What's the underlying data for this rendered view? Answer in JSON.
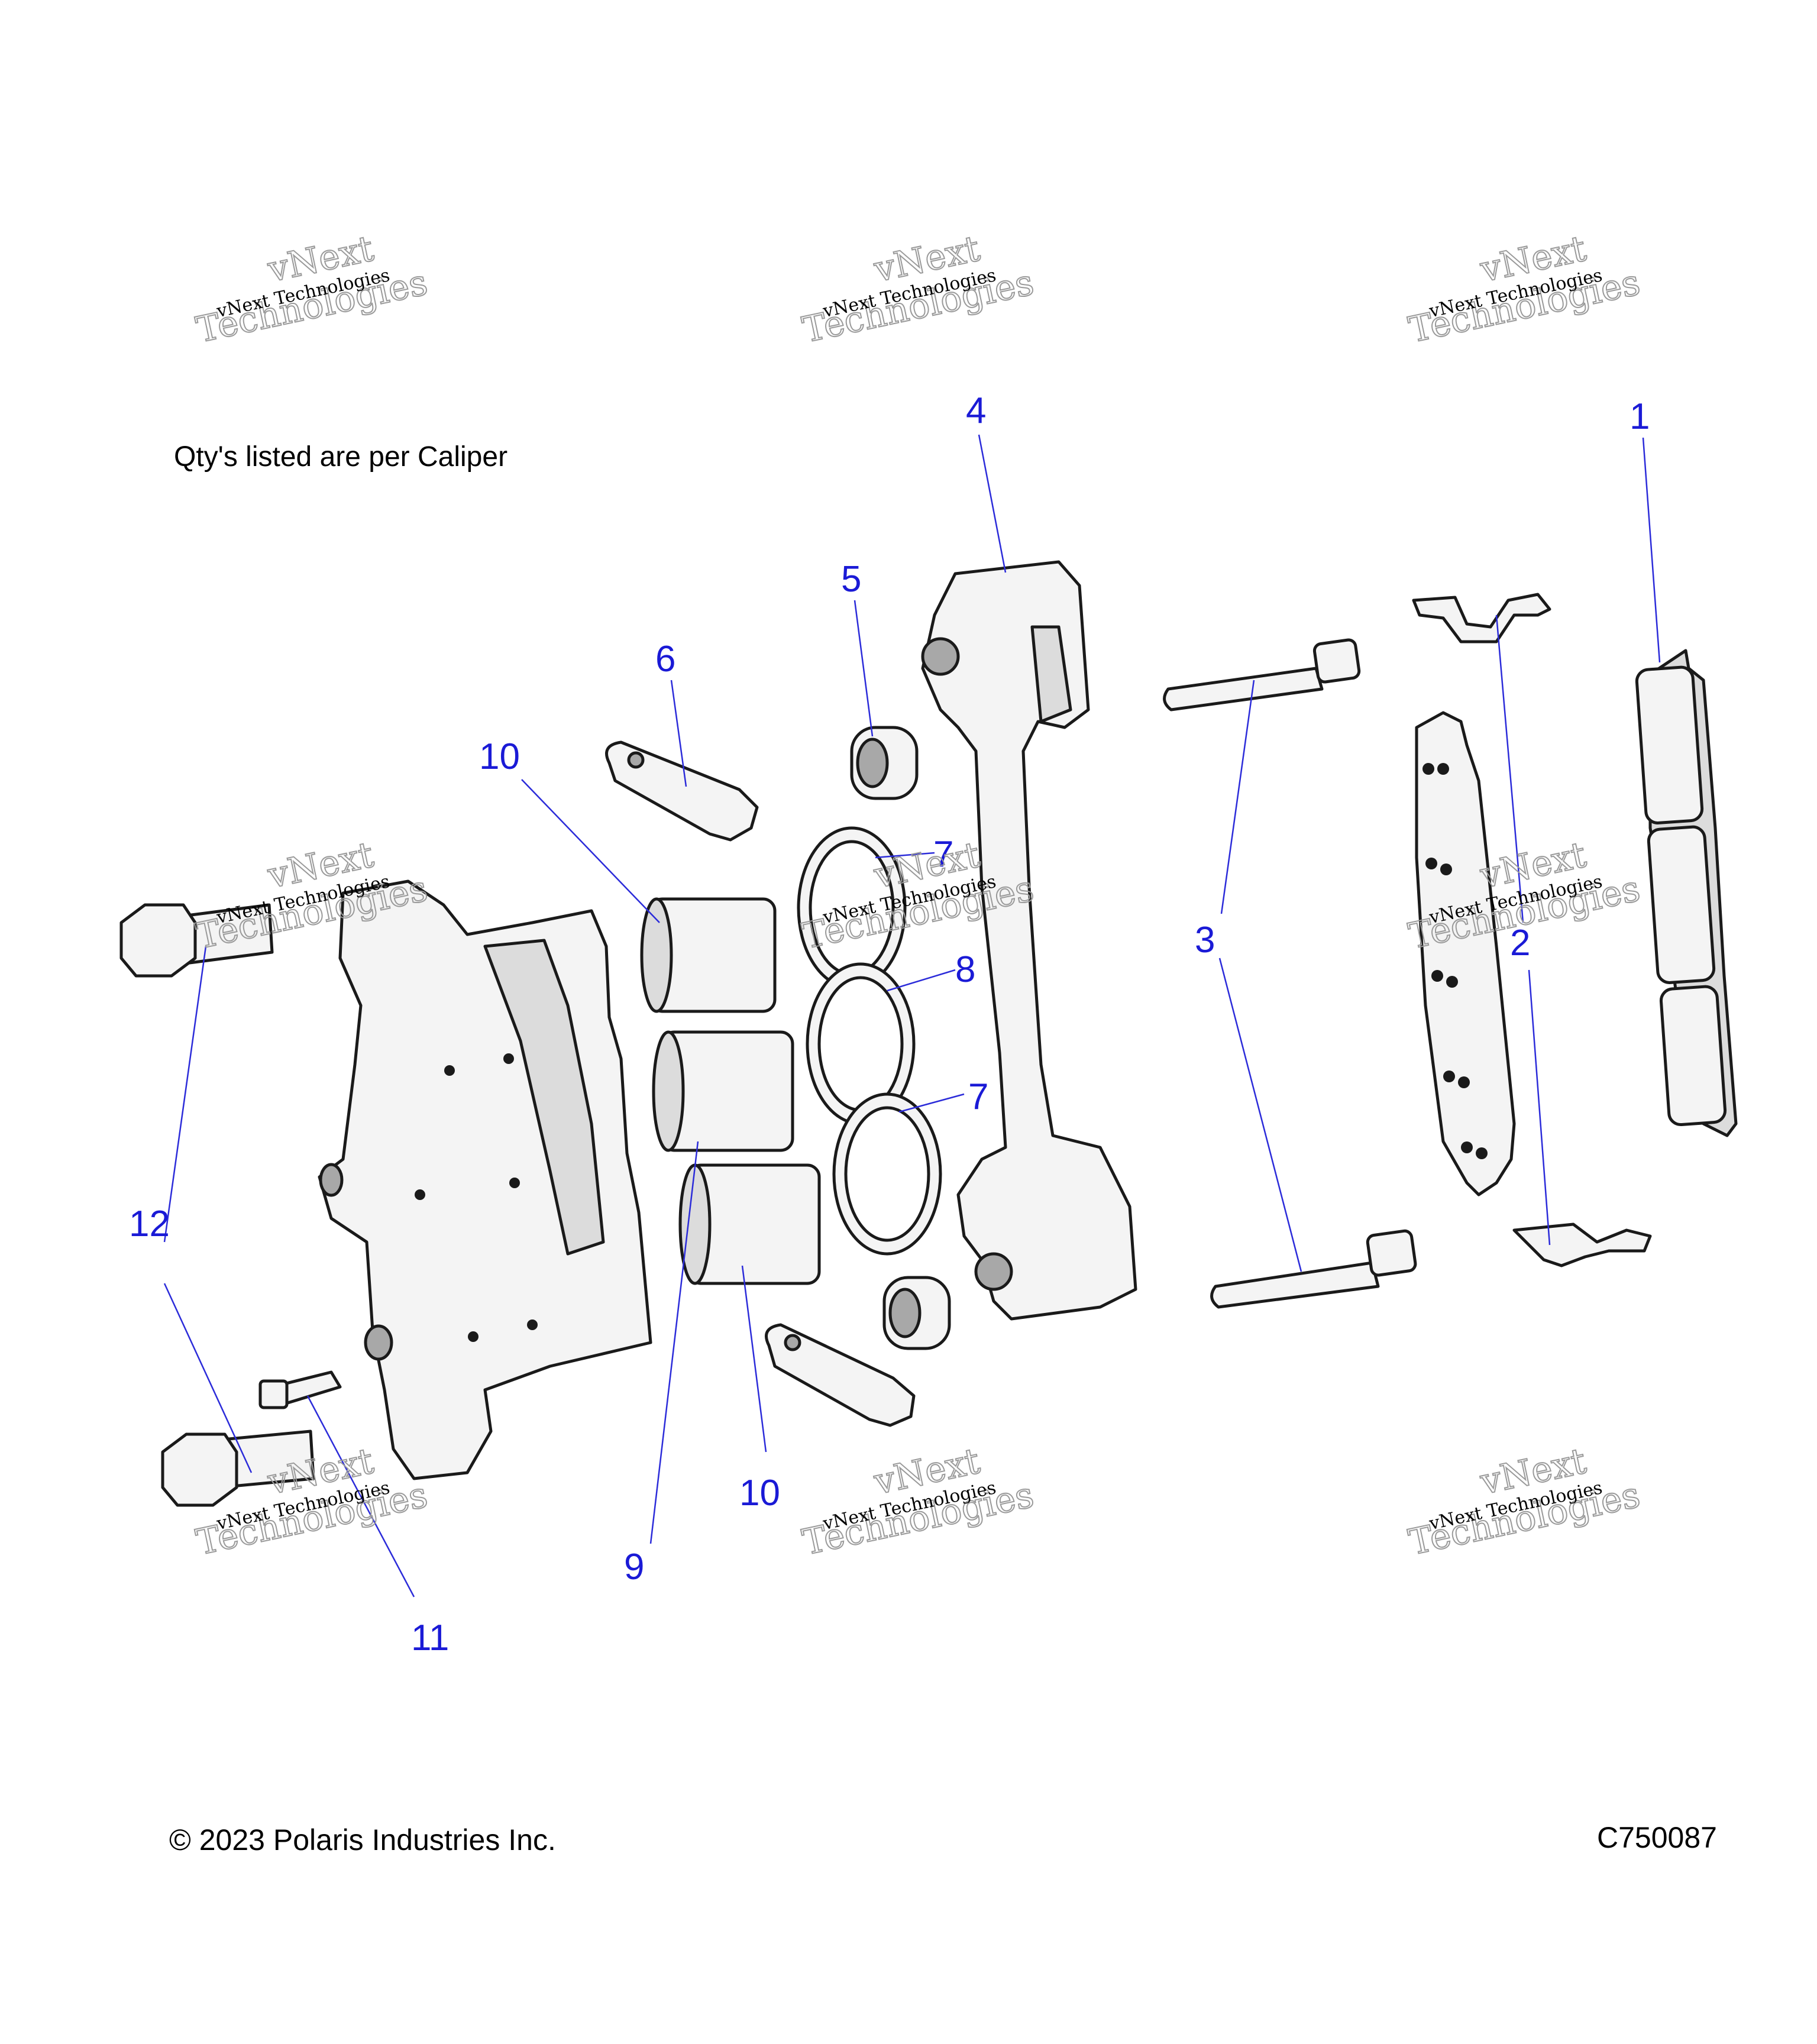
{
  "note_text": "Qty's listed are per Caliper",
  "copyright": "© 2023 Polaris Industries Inc.",
  "diagram_code": "C750087",
  "callout_color": "#1a1ad6",
  "watermark": {
    "line1": "vNext Technologies",
    "line2": "vNext",
    "line3": "Technologies"
  },
  "callouts": [
    {
      "label": "1"
    },
    {
      "label": "2"
    },
    {
      "label": "3"
    },
    {
      "label": "4"
    },
    {
      "label": "5"
    },
    {
      "label": "6"
    },
    {
      "label": "7"
    },
    {
      "label": "7"
    },
    {
      "label": "8"
    },
    {
      "label": "9"
    },
    {
      "label": "10"
    },
    {
      "label": "10"
    },
    {
      "label": "11"
    },
    {
      "label": "12"
    }
  ]
}
